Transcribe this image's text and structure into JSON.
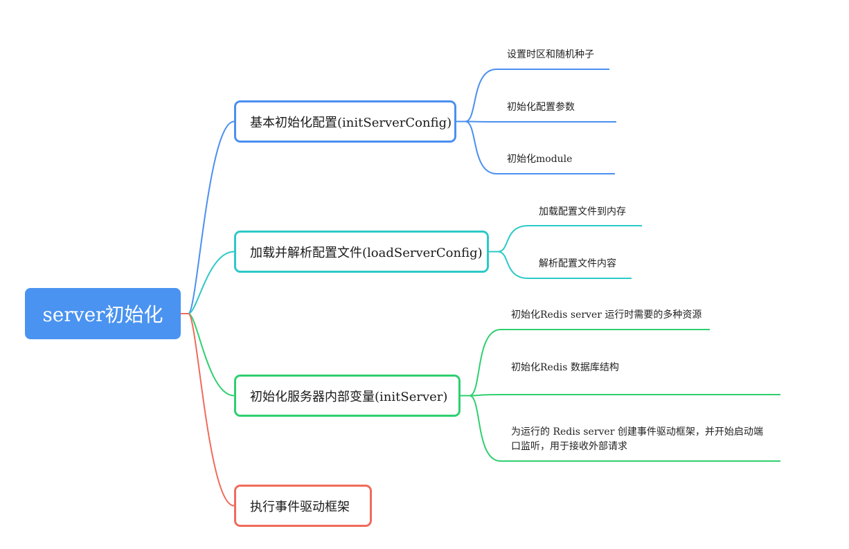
{
  "root": {
    "label": "server初始化",
    "color": "#4a93f0"
  },
  "branches": [
    {
      "label": "基本初始化配置(initServerConfig)",
      "color": "#4a8ff0",
      "leaves": [
        "设置时区和随机种子",
        "初始化配置参数",
        "初始化module"
      ]
    },
    {
      "label": "加载并解析配置文件(loadServerConfig)",
      "color": "#2cc9c6",
      "leaves": [
        "加载配置文件到内存",
        "解析配置文件内容"
      ]
    },
    {
      "label": "初始化服务器内部变量(initServer)",
      "color": "#2ecf6f",
      "leaves": [
        "初始化Redis server 运行时需要的多种资源",
        "初始化Redis 数据库结构",
        "为运行的 Redis server 创建事件驱动框架，并开始启动端口监听，用于接收外部请求"
      ]
    },
    {
      "label": "执行事件驱动框架",
      "color": "#f06a5a",
      "leaves": []
    }
  ]
}
